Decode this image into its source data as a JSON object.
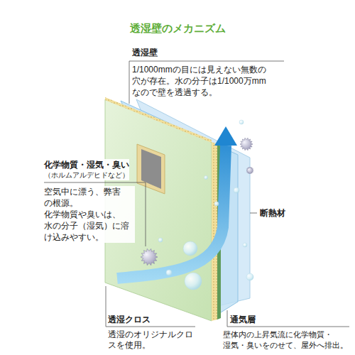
{
  "diagram": {
    "title": "透湿壁のメカニズム",
    "labels": [
      "透湿壁",
      "1/1000mmの目には見えない無数の 穴が存在。水の分子は1/1000万mm なので壁を透過する。",
      "化学物質・湿気・臭い",
      "（ホルムアルデヒドなど）",
      "空気中に漂う、弊害 の根源。 化学物質や臭いは、 水の分子（湿気）に溶 け込みやすい。",
      "断熱材",
      "透湿クロス",
      "透湿のオリジナルクロ スを使用。",
      "通気層",
      "壁体内の上昇気流に化学物質・ 湿気・臭いをのせて、屋外へ排出。"
    ]
  }
}
